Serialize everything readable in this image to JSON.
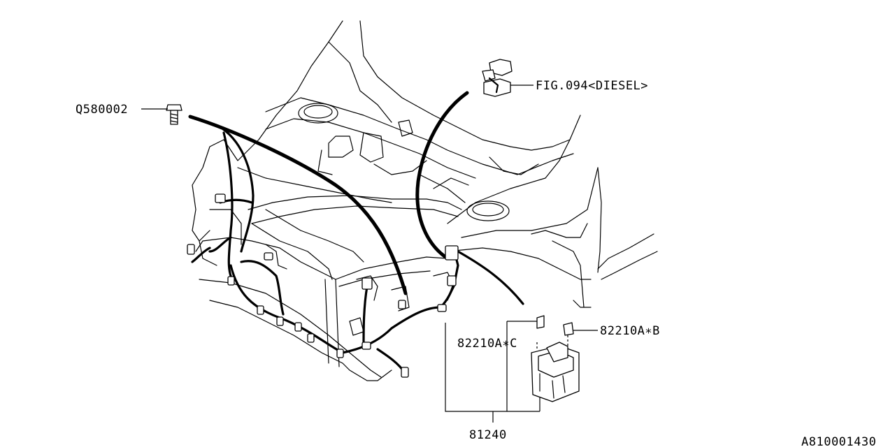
{
  "callouts": {
    "bolt": "Q580002",
    "diesel_ref": "FIG.094<DIESEL>",
    "fuse_c": "82210A∗C",
    "fuse_b": "82210A∗B",
    "harness": "81240"
  },
  "diagram_id": "A810001430"
}
